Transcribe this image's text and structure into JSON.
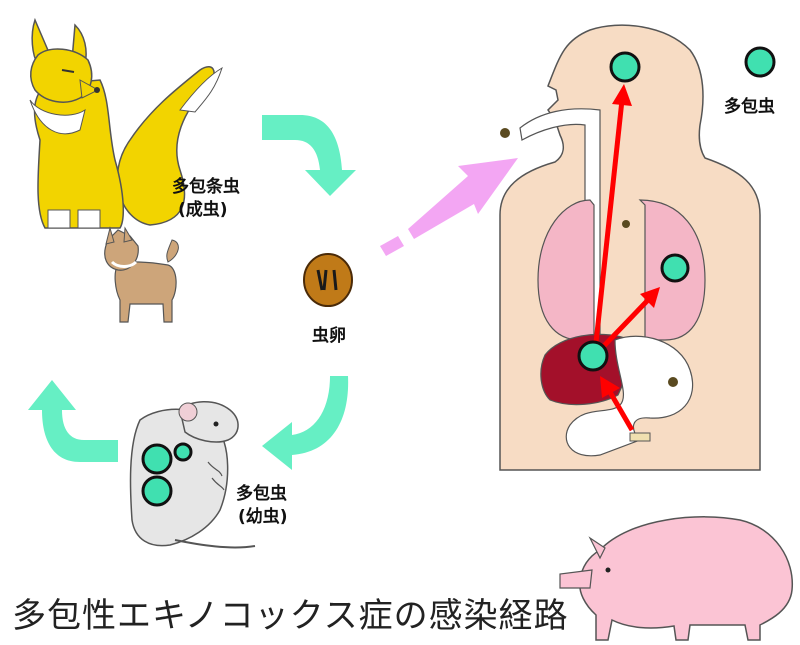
{
  "labels": {
    "adult_name": "多包条虫",
    "adult_stage": "(成虫)",
    "egg": "虫卵",
    "larva_name": "多包虫",
    "larva_stage": "(幼虫)",
    "cyst": "多包虫"
  },
  "title": "多包性エキノコックス症の感染経路",
  "colors": {
    "cycle_arrow": "#66efc4",
    "infection_arrow": "#f3a6f3",
    "spread_arrow": "#ff0000",
    "cyst": "#40e0b0",
    "fox": "#f2d400",
    "skin": "#f7dcc4",
    "lung": "#f4b6c6",
    "liver": "#a3102a"
  },
  "icons": [
    "fox-icon",
    "dog-icon",
    "rodent-icon",
    "egg-icon",
    "human-body-icon",
    "pig-icon",
    "cyst-icon"
  ]
}
